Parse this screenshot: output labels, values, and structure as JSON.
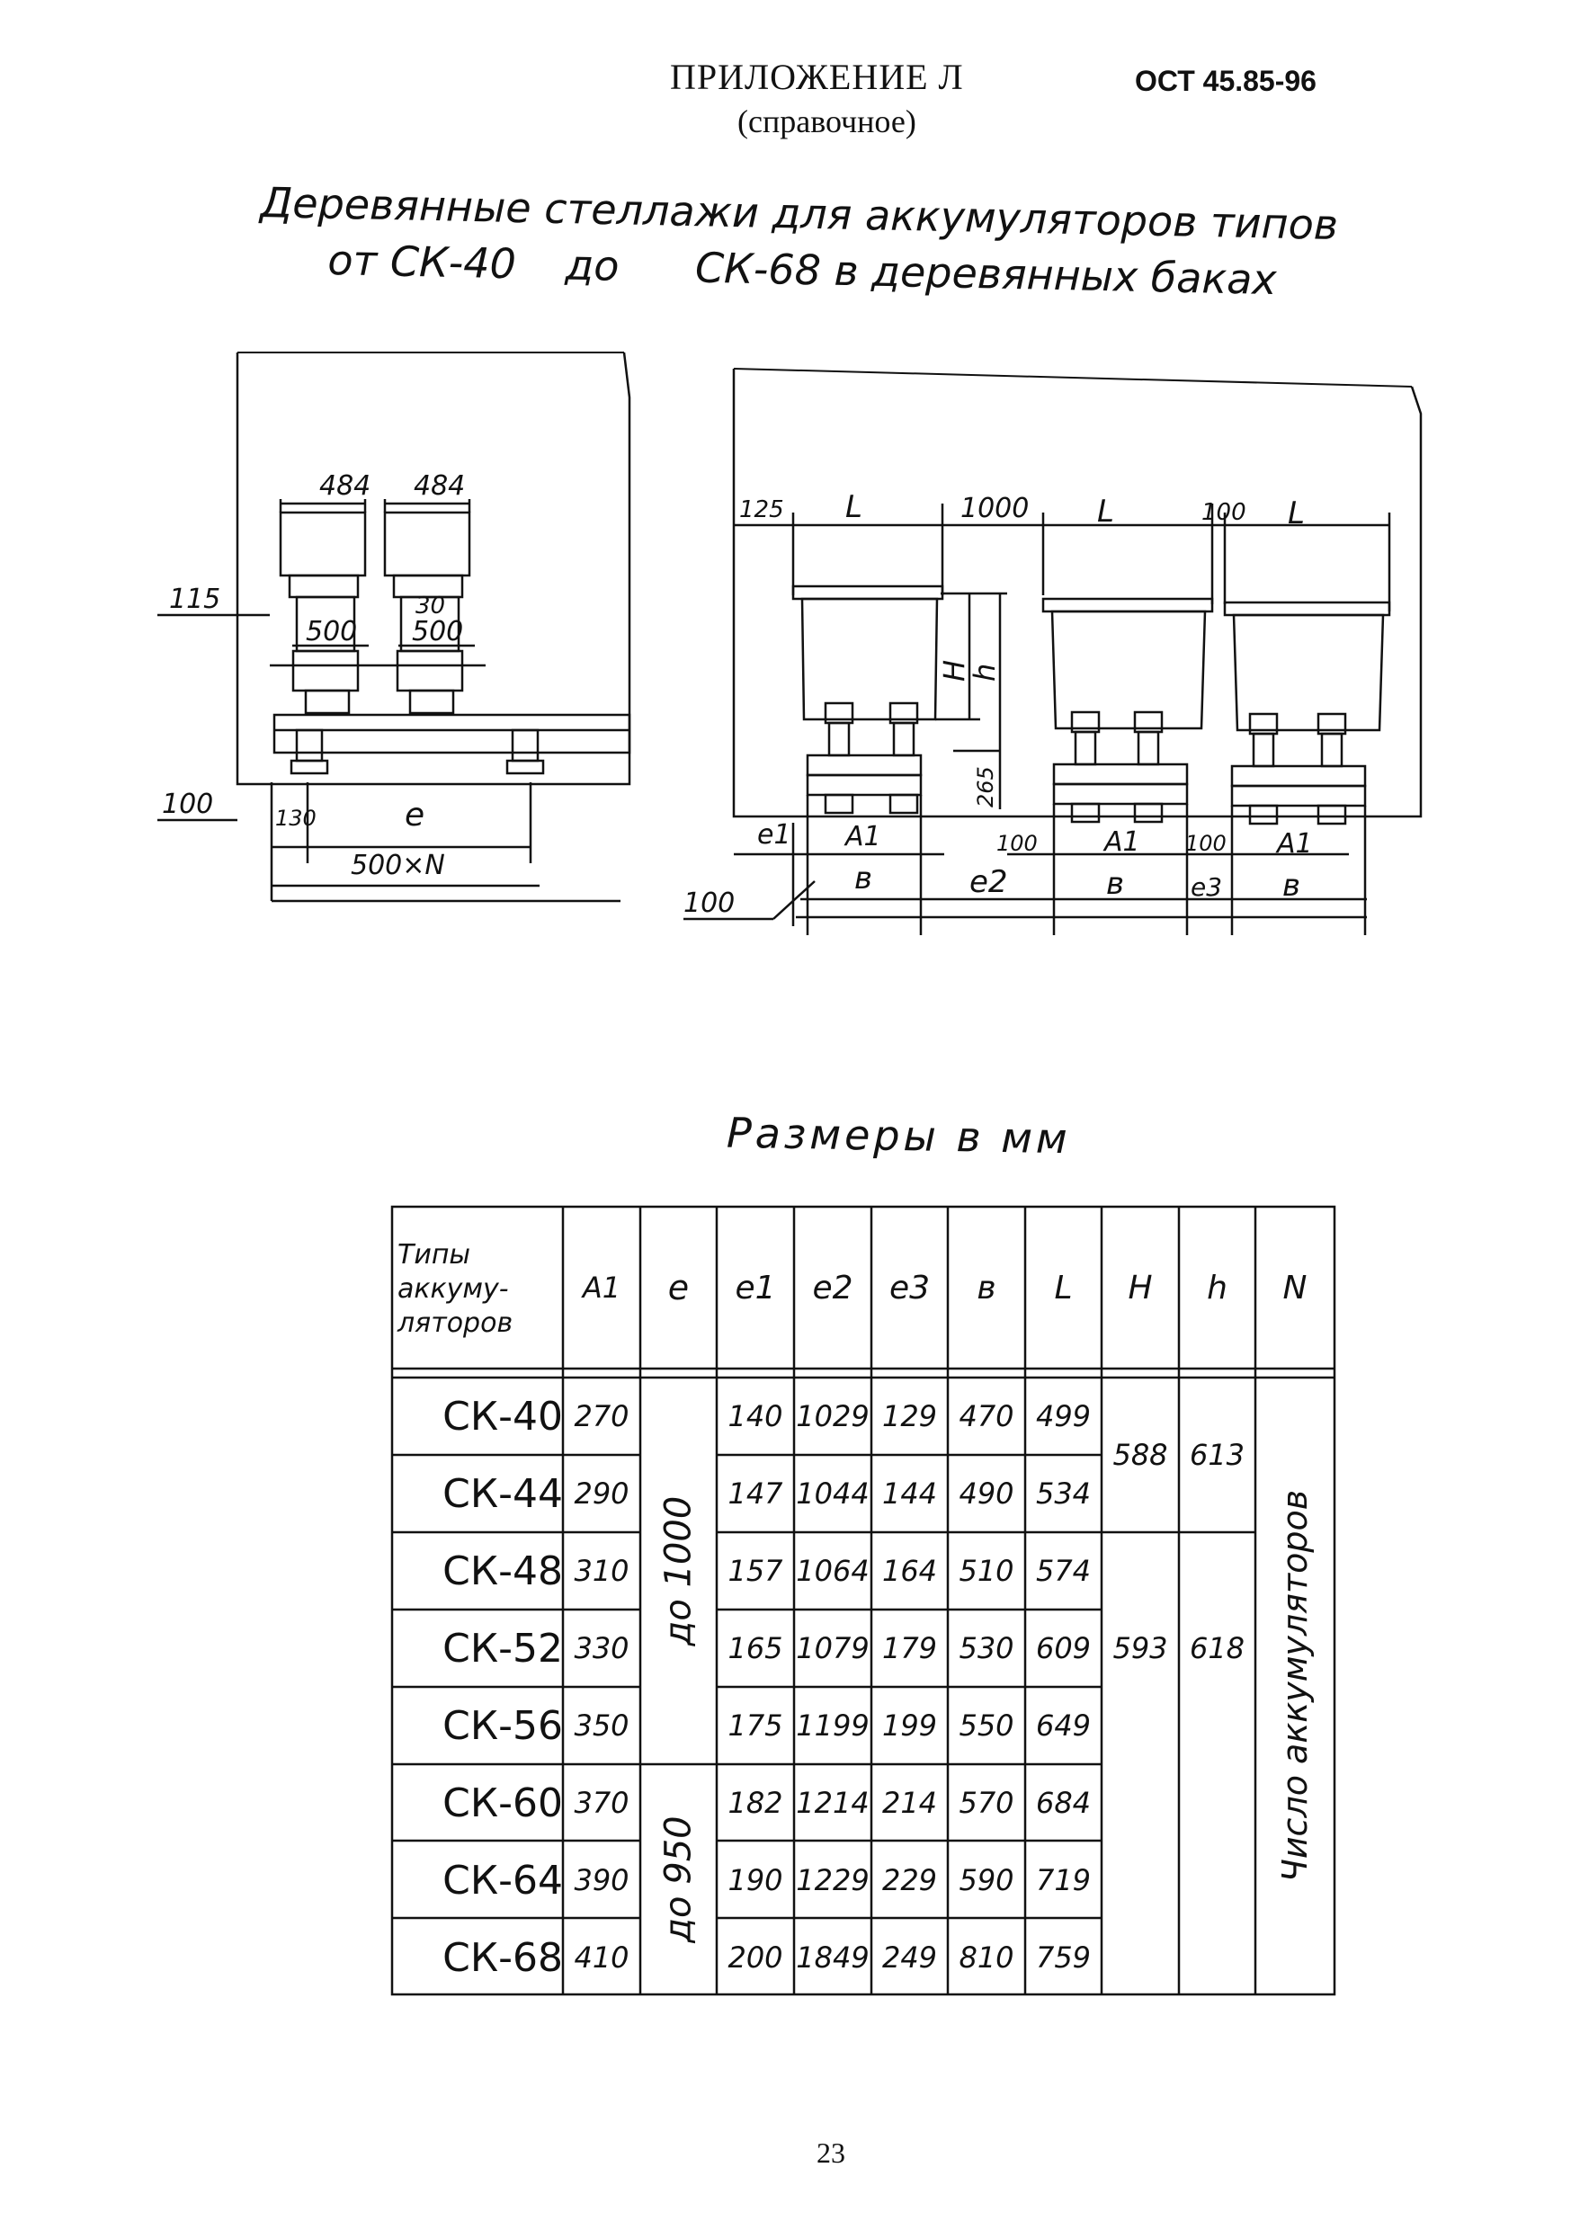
{
  "header": {
    "title": "ПРИЛОЖЕНИЕ Л",
    "subtitle": "(справочное)",
    "standard": "ОСТ 45.85-96"
  },
  "title_line1": "Деревянные стеллажи для аккумуляторов типов",
  "title_line2_parts": [
    "от СК-40",
    "до",
    "СК-68 в деревянных баках"
  ],
  "drawing_left": {
    "dim_484_a": "484",
    "dim_484_b": "484",
    "dim_115": "115",
    "dim_30": "30",
    "dim_500_a": "500",
    "dim_500_b": "500",
    "dim_100": "100",
    "dim_130": "130",
    "dim_e": "е",
    "dim_500xN": "500×N"
  },
  "drawing_right": {
    "dim_125": "125",
    "dim_L1": "L",
    "dim_1000": "1000",
    "dim_L2": "L",
    "dim_100_top": "100",
    "dim_L3": "L",
    "dim_H": "H",
    "dim_h": "h",
    "dim_265": "265",
    "dim_e1": "е1",
    "dim_A1_a": "А1",
    "dim_100_a": "100",
    "dim_A1_b": "А1",
    "dim_100_b": "100",
    "dim_A1_c": "А1",
    "dim_100_bottom": "100",
    "dim_b1": "в",
    "dim_e2": "е2",
    "dim_b2": "в",
    "dim_e3": "е3",
    "dim_b3": "в"
  },
  "units_caption": "Размеры в мм",
  "table": {
    "headers": [
      "Типы аккуму-ляторов",
      "А1",
      "е",
      "е1",
      "е2",
      "е3",
      "в",
      "L",
      "H",
      "h",
      "N"
    ],
    "rows": [
      {
        "type": "СК-40",
        "A1": "270",
        "e1": "140",
        "e2": "1029",
        "e3": "129",
        "b": "470",
        "L": "499"
      },
      {
        "type": "СК-44",
        "A1": "290",
        "e1": "147",
        "e2": "1044",
        "e3": "144",
        "b": "490",
        "L": "534"
      },
      {
        "type": "СК-48",
        "A1": "310",
        "e1": "157",
        "e2": "1064",
        "e3": "164",
        "b": "510",
        "L": "574"
      },
      {
        "type": "СК-52",
        "A1": "330",
        "e1": "165",
        "e2": "1079",
        "e3": "179",
        "b": "530",
        "L": "609"
      },
      {
        "type": "СК-56",
        "A1": "350",
        "e1": "175",
        "e2": "1199",
        "e3": "199",
        "b": "550",
        "L": "649"
      },
      {
        "type": "СК-60",
        "A1": "370",
        "e1": "182",
        "e2": "1214",
        "e3": "214",
        "b": "570",
        "L": "684"
      },
      {
        "type": "СК-64",
        "A1": "390",
        "e1": "190",
        "e2": "1229",
        "e3": "229",
        "b": "590",
        "L": "719"
      },
      {
        "type": "СК-68",
        "A1": "410",
        "e1": "200",
        "e2": "1849",
        "e3": "249",
        "b": "810",
        "L": "759"
      }
    ],
    "e_group1": "до 1000",
    "e_group2": "до 950",
    "H_group1": "588",
    "h_group1": "613",
    "H_group2": "593",
    "h_group2": "618",
    "N_text": "Число аккумуляторов"
  },
  "page_number": "23"
}
